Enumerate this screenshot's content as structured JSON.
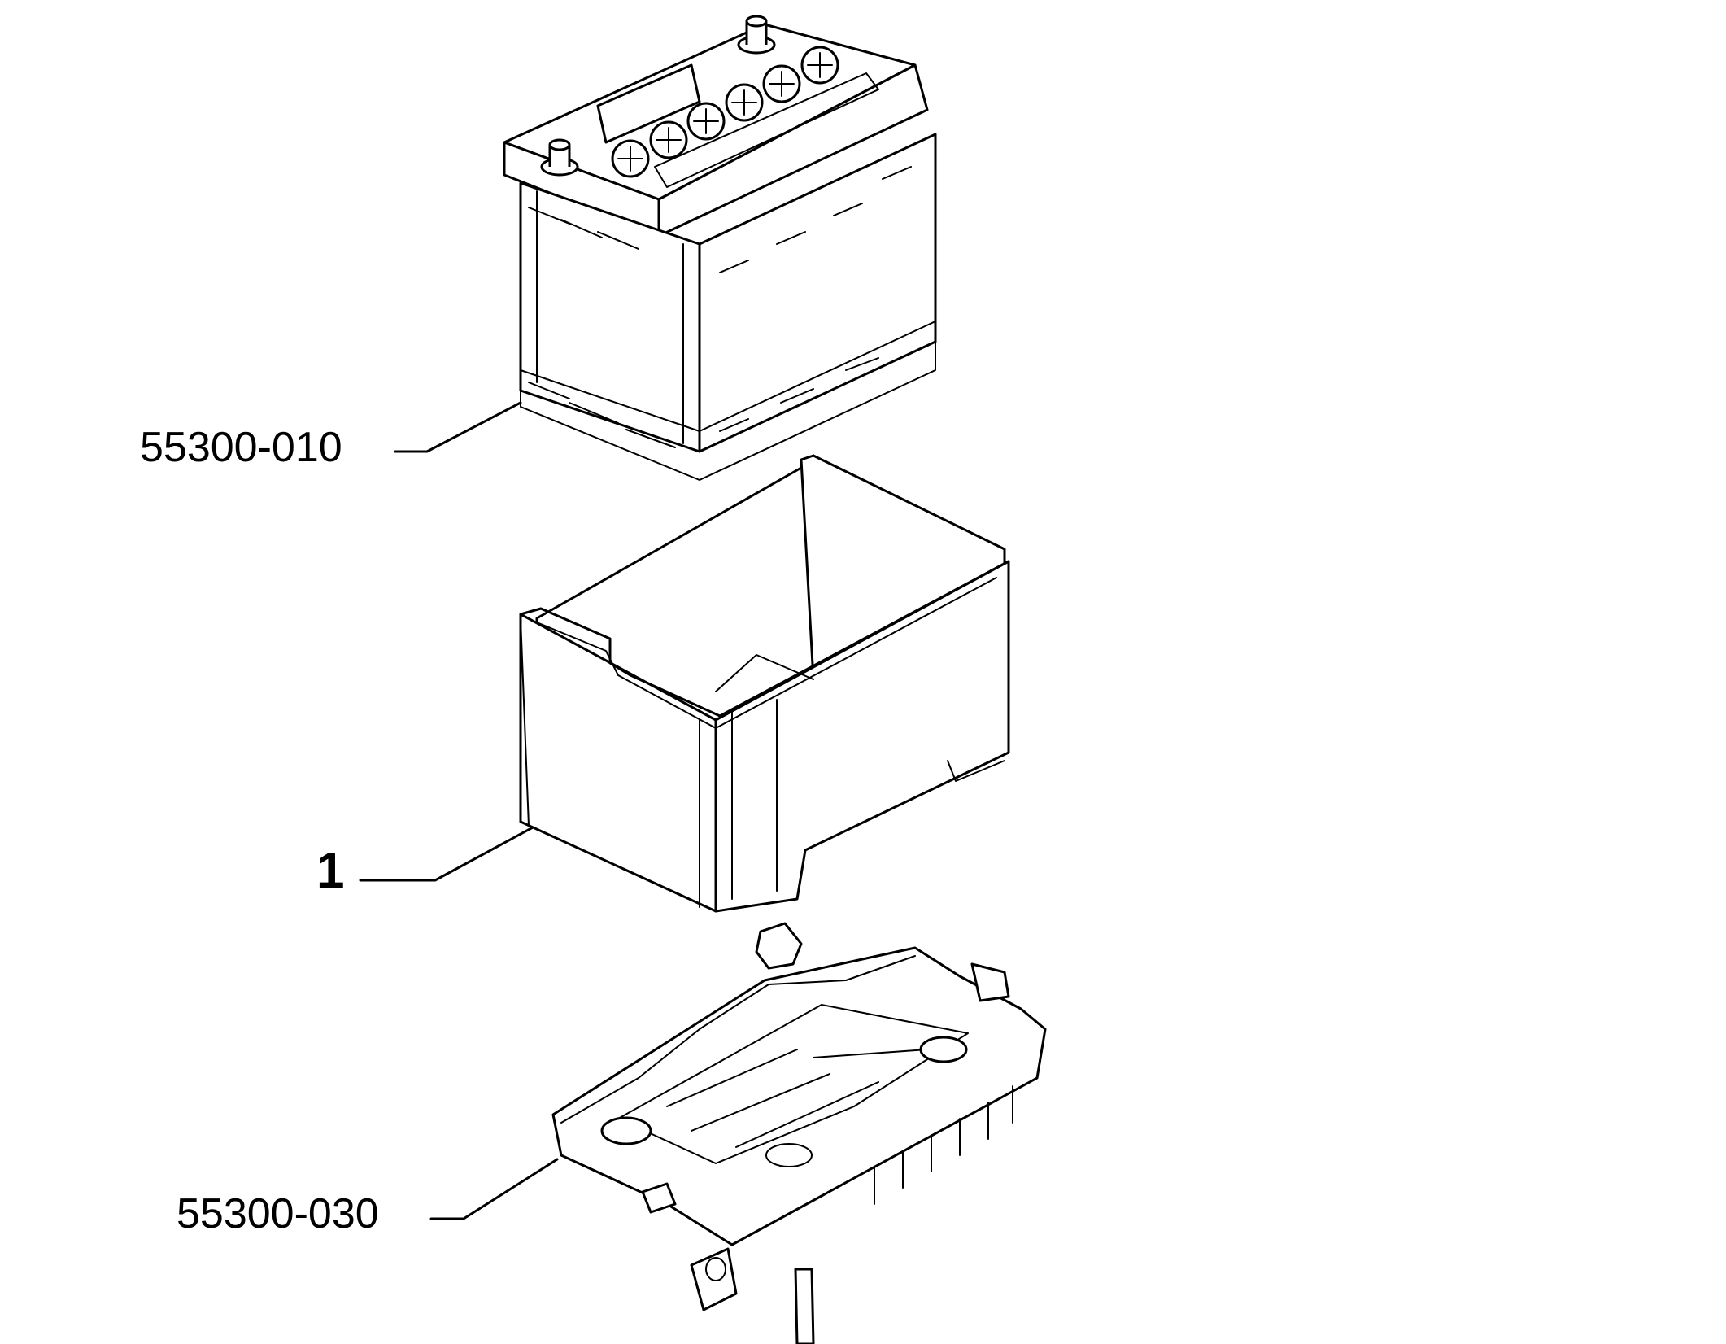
{
  "callouts": [
    {
      "label": "55300-010",
      "part": "battery"
    },
    {
      "label": "1",
      "part": "battery-box"
    },
    {
      "label": "55300-030",
      "part": "battery-tray"
    }
  ]
}
